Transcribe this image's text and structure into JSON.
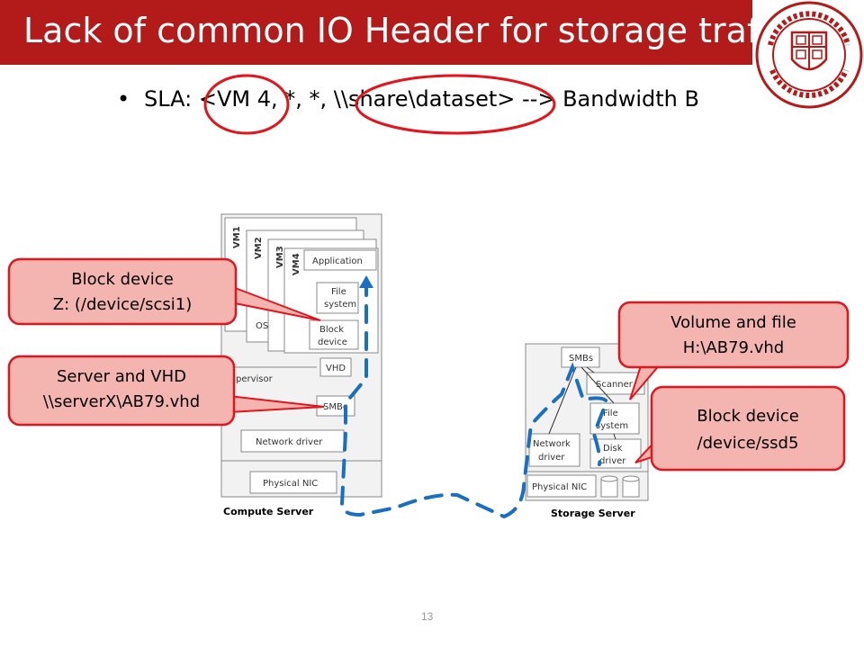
{
  "slide": {
    "title": "Lack of common IO Header for storage traffic",
    "bullet": "SLA: <VM 4, *, *, \\\\share\\dataset> --> Bandwidth B",
    "page_number": "13"
  },
  "seal": {
    "icon": "cornell-seal-icon",
    "color": "#b31b1b"
  },
  "compute_server": {
    "caption": "Compute Server",
    "vm_labels": [
      "VM1",
      "VM2",
      "VM3",
      "VM4"
    ],
    "application": "Application",
    "file_system": [
      "File",
      "system"
    ],
    "block_device": [
      "Block",
      "device"
    ],
    "os": "OS",
    "vhd": "VHD",
    "hypervisor": "pervisor",
    "smbc": "SMBc",
    "network_driver": "Network driver",
    "physical_nic": "Physical NIC"
  },
  "storage_server": {
    "caption": "Storage Server",
    "smbs": "SMBs",
    "scanner": "Scanner",
    "file_system": [
      "File",
      "system"
    ],
    "network_driver": [
      "Network",
      "driver"
    ],
    "disk_driver": [
      "Disk",
      "driver"
    ],
    "physical_nic": "Physical NIC"
  },
  "callouts": {
    "block_device_left": [
      "Block device",
      "Z: (/device/scsi1)"
    ],
    "server_vhd": [
      "Server and VHD",
      "\\\\serverX\\AB79.vhd"
    ],
    "volume_file": [
      "Volume and file",
      "H:\\AB79.vhd"
    ],
    "block_device_right": [
      "Block device",
      "/device/ssd5"
    ]
  },
  "colors": {
    "accent": "#b31b1b",
    "callout_fill": "#f4b4b0",
    "callout_stroke": "#e2141c",
    "path": "#1b6fc0"
  }
}
